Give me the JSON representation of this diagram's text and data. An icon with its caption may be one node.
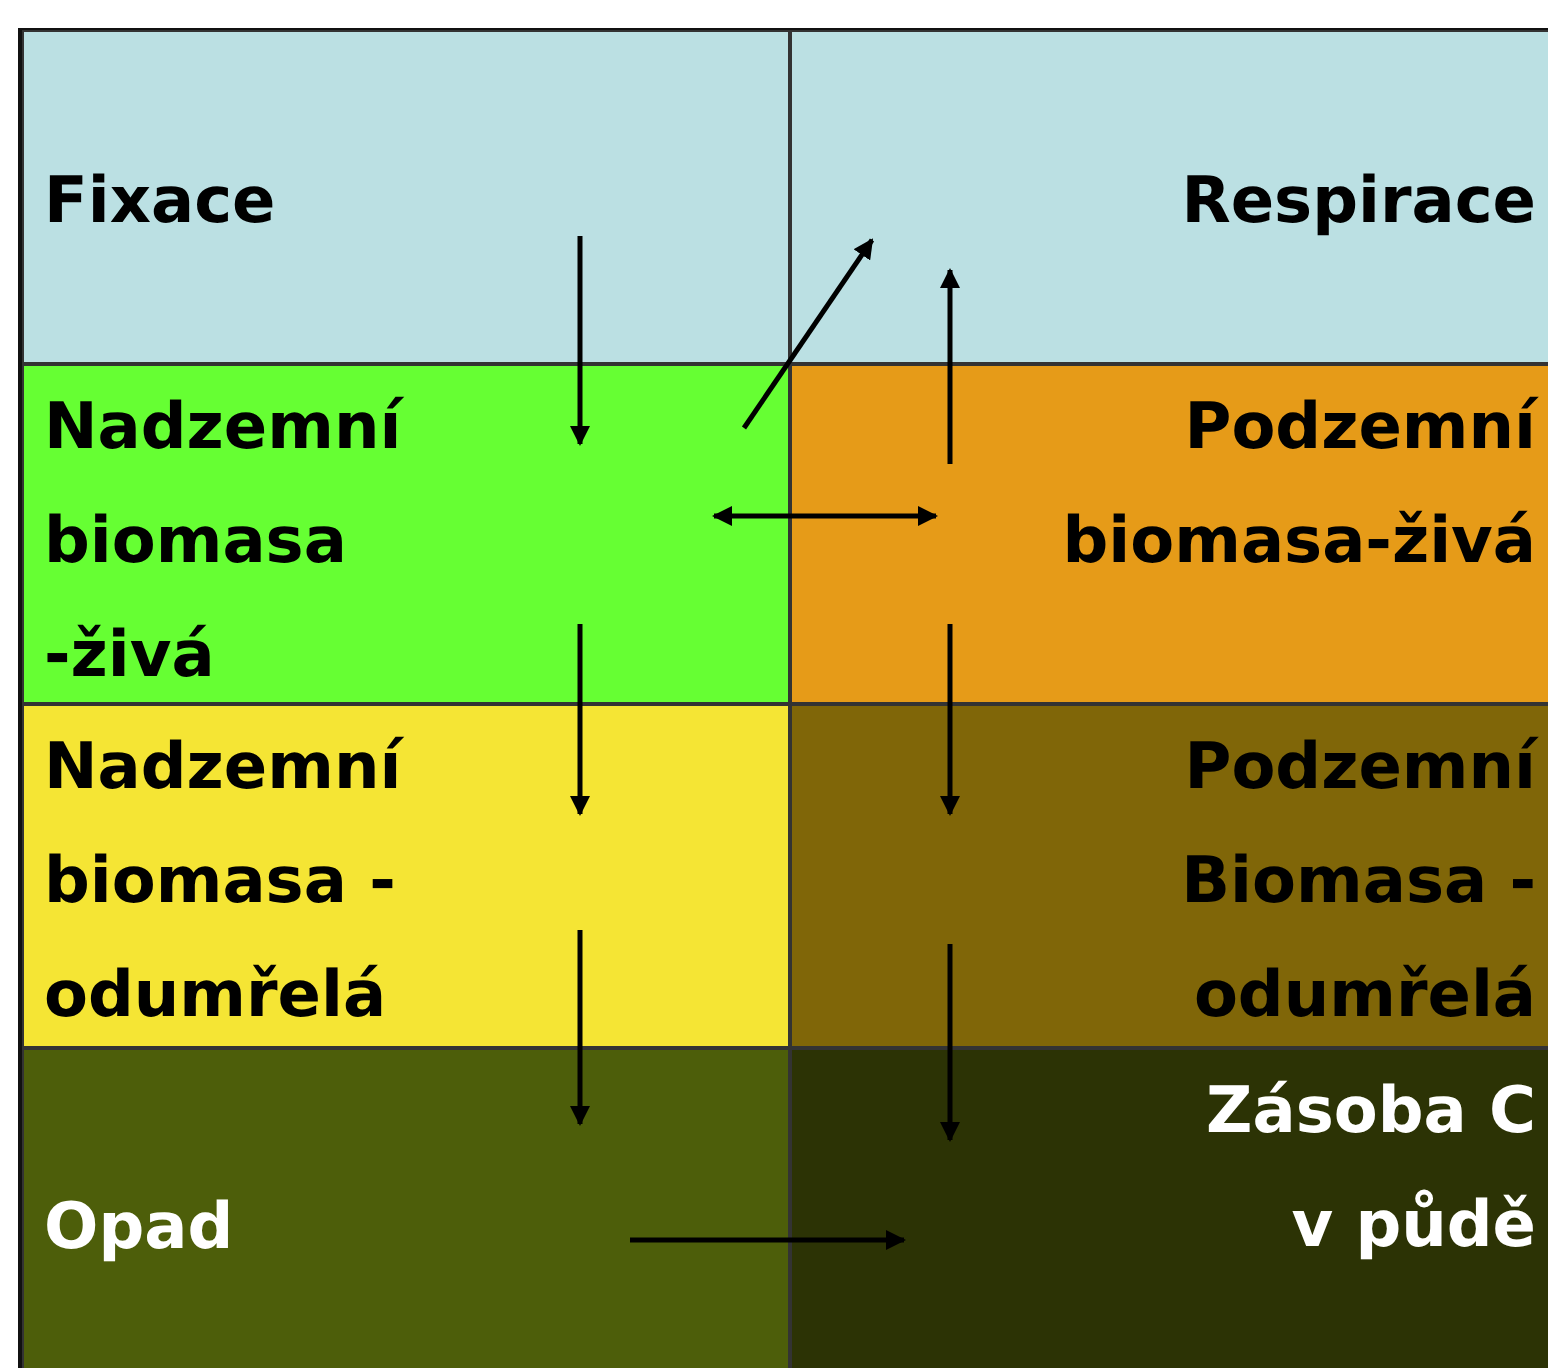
{
  "diagram": {
    "nodes": [
      {
        "text": [
          "Fixace"
        ]
      },
      {
        "text": [
          "Respirace"
        ]
      },
      {
        "text": [
          "Nadzemní biomasa -živá"
        ]
      },
      {
        "text": [
          "Podzemní biomasa-živá"
        ]
      },
      {
        "text": [
          "Nadzemní biomasa -odumřelá"
        ]
      },
      {
        "text": [
          "Podzemní Biomasa -odumřelá"
        ]
      },
      {
        "text": [
          "Opad"
        ]
      },
      {
        "text": [
          "Zásoba C v půdě"
        ]
      }
    ],
    "edges": [
      {
        "from": 0,
        "to": 2,
        "arrow": "to"
      },
      {
        "from": 2,
        "to": 1,
        "arrow": "to"
      },
      {
        "from": 3,
        "to": 1,
        "arrow": "to"
      },
      {
        "from": 2,
        "to": 3,
        "arrow": "both"
      },
      {
        "from": 2,
        "to": 4,
        "arrow": "to"
      },
      {
        "from": 4,
        "to": 6,
        "arrow": "to"
      },
      {
        "from": 3,
        "to": 5,
        "arrow": "to"
      },
      {
        "from": 5,
        "to": 7,
        "arrow": "to"
      },
      {
        "from": 6,
        "to": 7,
        "arrow": "to"
      }
    ]
  }
}
